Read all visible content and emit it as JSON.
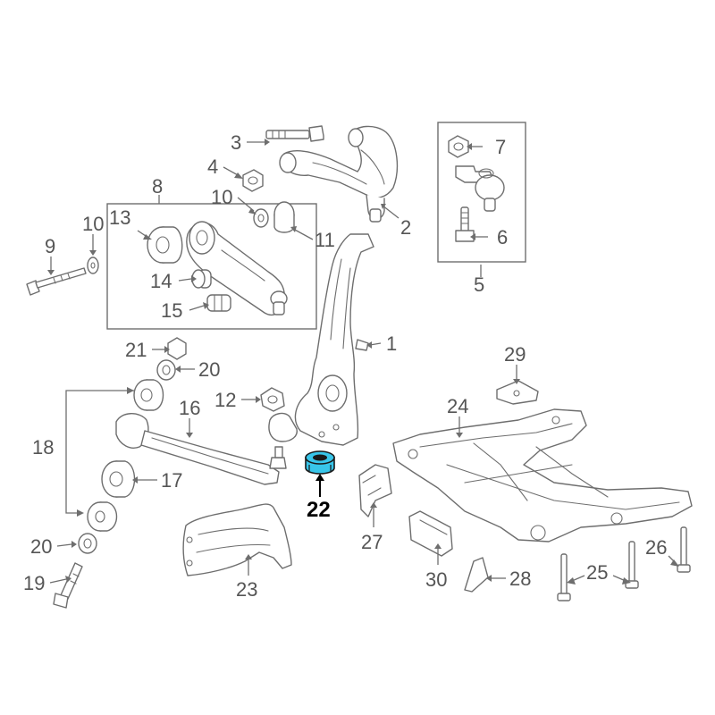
{
  "callouts": {
    "c1": "1",
    "c2": "2",
    "c3": "3",
    "c4": "4",
    "c5": "5",
    "c6": "6",
    "c7": "7",
    "c8": "8",
    "c9": "9",
    "c10a": "10",
    "c10b": "10",
    "c11": "11",
    "c12": "12",
    "c13": "13",
    "c14": "14",
    "c15": "15",
    "c16": "16",
    "c17": "17",
    "c18": "18",
    "c19": "19",
    "c20a": "20",
    "c20b": "20",
    "c21": "21",
    "c22": "22",
    "c23": "23",
    "c24": "24",
    "c25": "25",
    "c26": "26",
    "c27": "27",
    "c28": "28",
    "c29": "29",
    "c30": "30"
  },
  "colors": {
    "line": "#6e6e6e",
    "label": "#555555",
    "highlight": "#38c6ea",
    "highlight_dark": "#1a1a1a"
  }
}
